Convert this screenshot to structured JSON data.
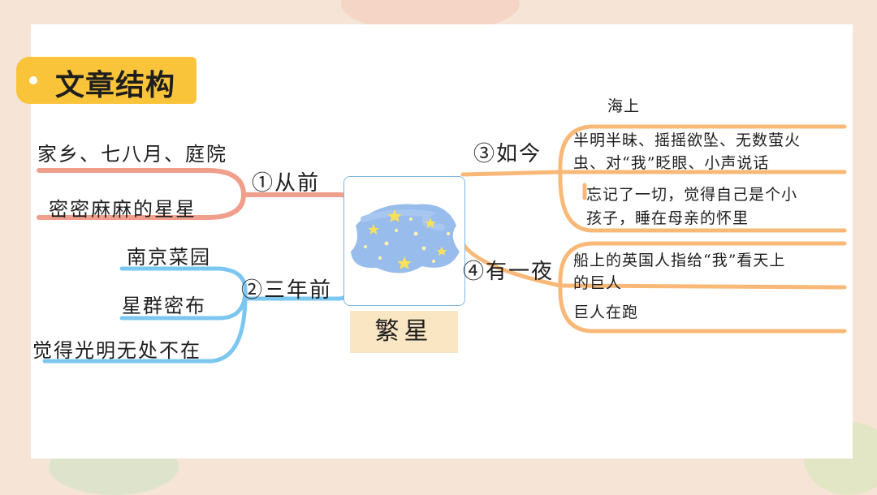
{
  "slide": {
    "title": "文章结构"
  },
  "mindmap": {
    "center": "繁星",
    "branches": [
      {
        "label": "①从前",
        "leaves": [
          "家乡、七八月、庭院",
          "密密麻麻的星星"
        ]
      },
      {
        "label": "②三年前",
        "leaves": [
          "南京菜园",
          "星群密布",
          "觉得光明无处不在"
        ]
      },
      {
        "label": "③如今",
        "place": "海上",
        "leaves": [
          "半明半昧、摇摇欲坠、无数萤火",
          "虫、对“我”眨眼、小声说话",
          "忘记了一切，觉得自己是个小",
          "孩子，睡在母亲的怀里"
        ]
      },
      {
        "label": "④有一夜",
        "leaves": [
          "船上的英国人指给“我”看天上",
          "的巨人",
          "巨人在跑"
        ]
      }
    ]
  },
  "colors": {
    "branch_past": "#ef9f8c",
    "branch_three_years": "#7cc7ef",
    "branch_now": "#f8b978",
    "title_tag": "#f9c43a",
    "center_label_bg": "#fbe6c4"
  },
  "icons": [
    "stars-icon"
  ]
}
